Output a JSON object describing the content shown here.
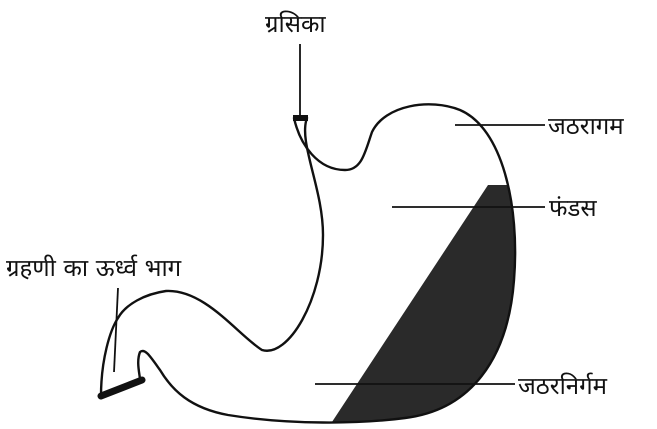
{
  "diagram": {
    "labels": {
      "esophagus": "ग्रसिका",
      "cardia": "जठरागम",
      "fundus": "फंडस",
      "duodenum_upper": "ग्रहणी का ऊर्ध्व भाग",
      "pylorus": "जठरनिर्गम"
    },
    "colors": {
      "ink": "#111111",
      "shaded_region": "#2a2a2a",
      "background": "#ffffff"
    }
  }
}
